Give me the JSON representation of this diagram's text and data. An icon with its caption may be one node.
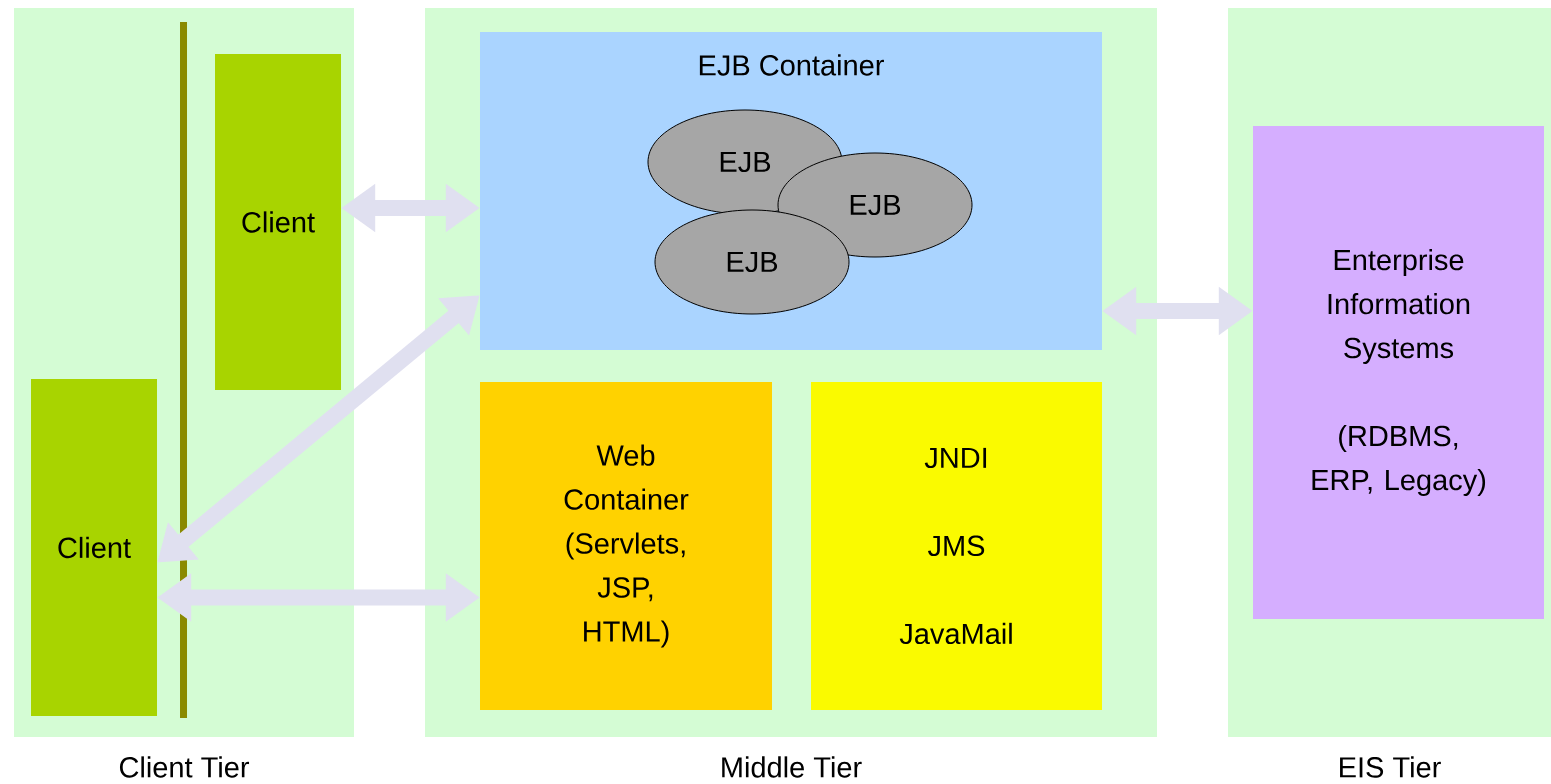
{
  "diagram": {
    "nodes": [
      {
        "text": [
          "Client Tier"
        ]
      },
      {
        "text": [
          "Middle Tier"
        ]
      },
      {
        "text": [
          "EIS Tier"
        ]
      },
      {
        "text": [
          "Client"
        ],
        "in": 0
      },
      {
        "text": [
          "Client"
        ],
        "in": 0
      },
      {
        "text": [
          "EJB Container"
        ],
        "in": 1
      },
      {
        "text": [
          "EJB"
        ],
        "in": 5
      },
      {
        "text": [
          "EJB"
        ],
        "in": 5
      },
      {
        "text": [
          "EJB"
        ],
        "in": 5
      },
      {
        "text": [
          "Web Container (Servlets, JSP, HTML)"
        ],
        "in": 1
      },
      {
        "text": [
          "JNDI",
          "JMS",
          "JavaMail"
        ],
        "in": 1
      },
      {
        "text": [
          "Enterprise Information Systems",
          "(RDBMS, ERP, Legacy)"
        ],
        "in": 2
      }
    ],
    "edges": [
      {
        "from": 3,
        "to": 5,
        "arrow": "both"
      },
      {
        "from": 4,
        "to": 5,
        "arrow": "both"
      },
      {
        "from": 4,
        "to": 9,
        "arrow": "both"
      },
      {
        "from": 5,
        "to": 11,
        "arrow": "both"
      }
    ]
  }
}
